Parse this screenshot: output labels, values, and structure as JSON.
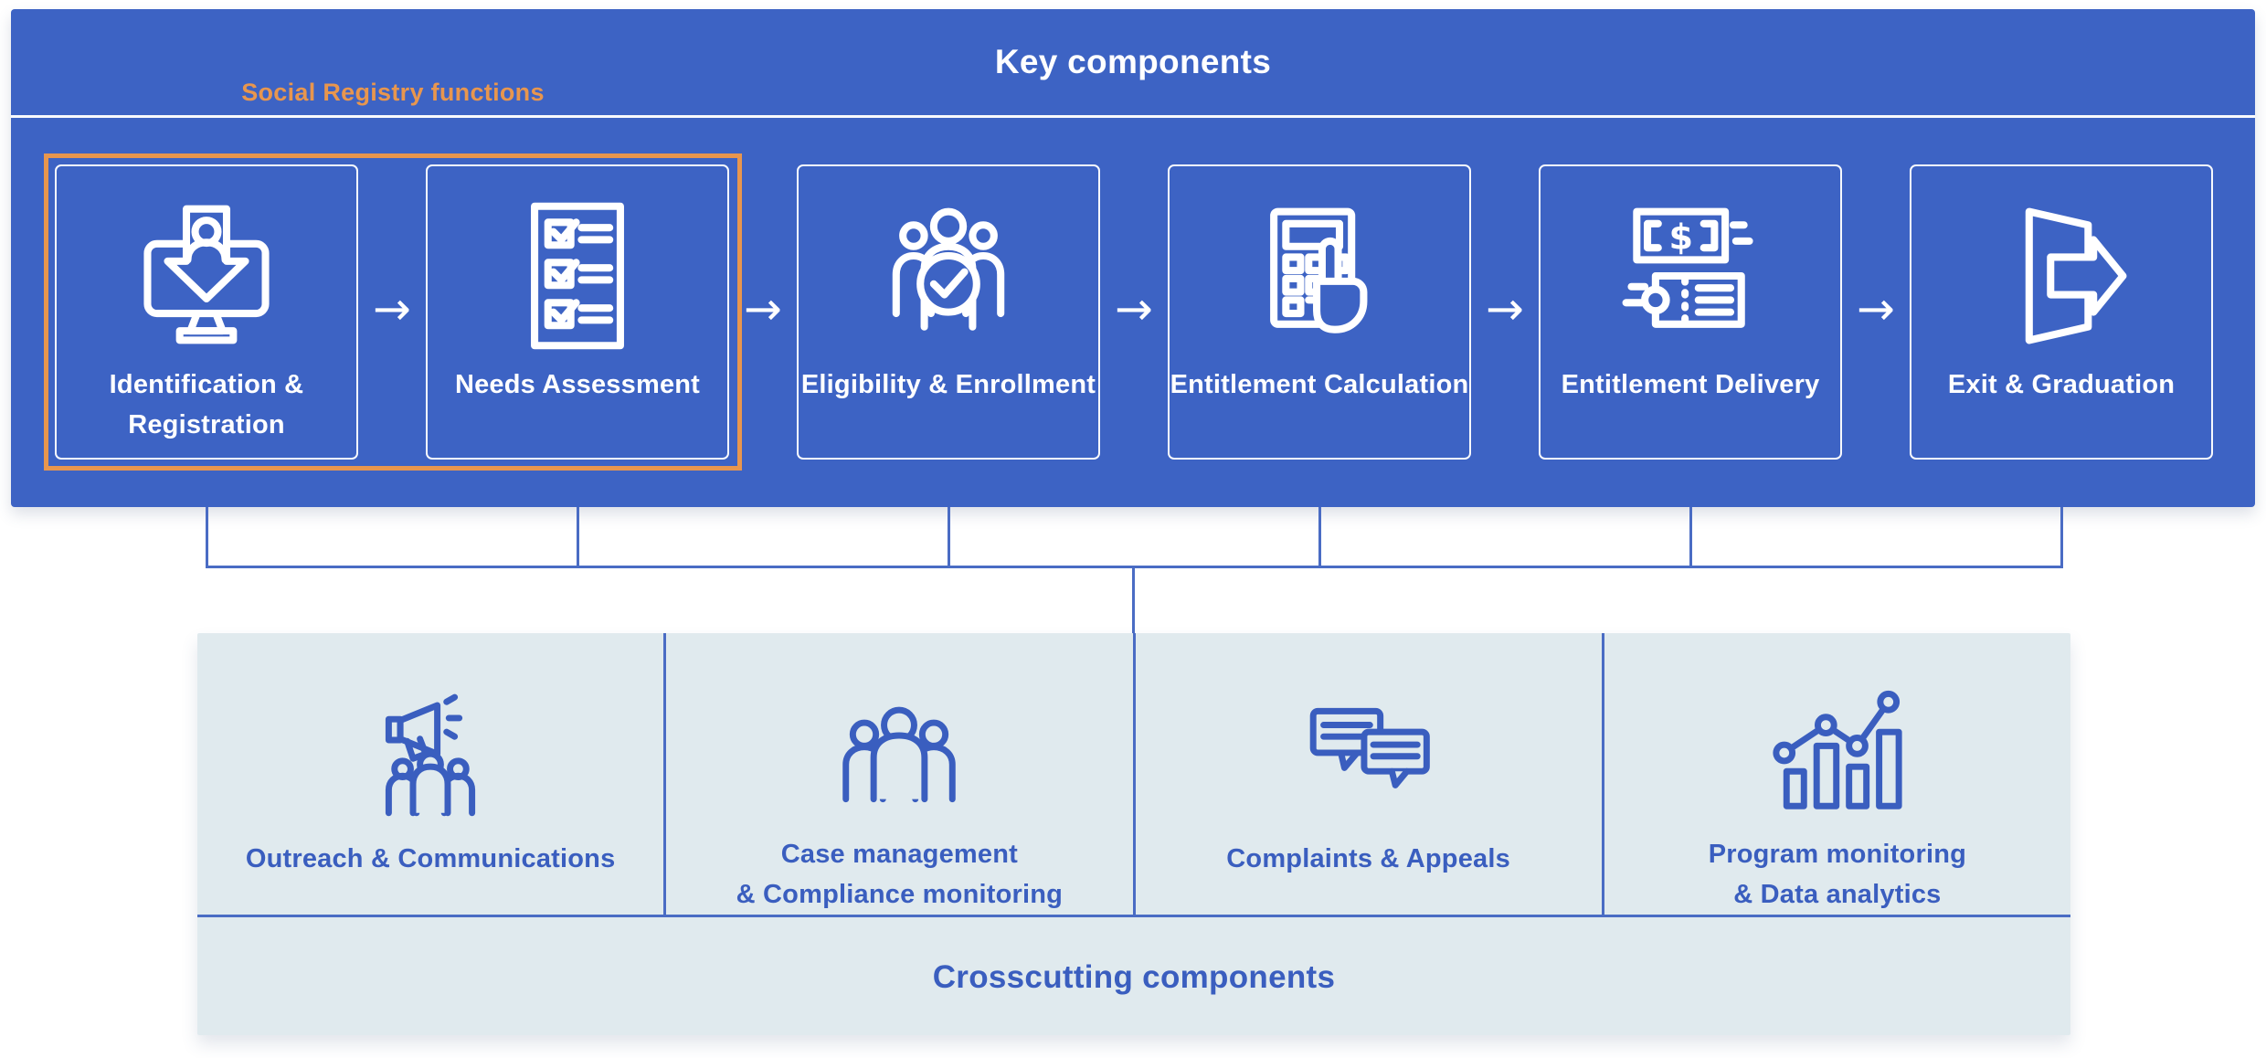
{
  "header": {
    "title": "Key components",
    "social_registry_label": "Social Registry functions"
  },
  "glyphs": {
    "arrow": "→"
  },
  "key_components": [
    {
      "line1": "Identification",
      "line2": "& Registration",
      "icon": "monitor-person-download-icon"
    },
    {
      "line1": "Needs",
      "line2": "Assessment",
      "icon": "checklist-icon"
    },
    {
      "line1": "Eligibility",
      "line2": "& Enrollment",
      "icon": "people-check-icon"
    },
    {
      "line1": "Entitlement",
      "line2": "Calculation",
      "icon": "calculator-hand-icon"
    },
    {
      "line1": "Entitlement",
      "line2": "Delivery",
      "icon": "banknote-voucher-icon"
    },
    {
      "line1": "Exit",
      "line2": "& Graduation",
      "icon": "exit-arrow-icon"
    }
  ],
  "crosscutting": {
    "title": "Crosscutting components",
    "items": [
      {
        "line1": "Outreach & Communications",
        "line2": "",
        "icon": "megaphone-people-icon"
      },
      {
        "line1": "Case management",
        "line2": "& Compliance monitoring",
        "icon": "people-group-icon"
      },
      {
        "line1": "Complaints & Appeals",
        "line2": "",
        "icon": "speech-bubbles-icon"
      },
      {
        "line1": "Program monitoring",
        "line2": "& Data analytics",
        "icon": "bar-line-chart-icon"
      }
    ]
  },
  "colors": {
    "banner_blue": "#3D63C4",
    "orange": "#E8964E",
    "light_background": "#E0EAEE",
    "accent_blue": "#3A5EBF",
    "connector_blue": "#4A6CC4",
    "white": "#FFFFFF"
  }
}
